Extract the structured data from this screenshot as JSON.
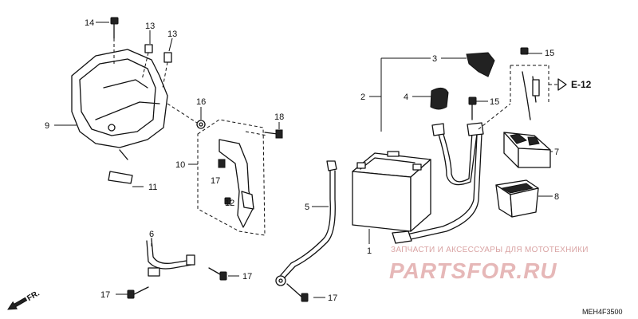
{
  "labels": {
    "l1": "1",
    "l2": "2",
    "l3": "3",
    "l4": "4",
    "l5": "5",
    "l6": "6",
    "l7": "7",
    "l8": "8",
    "l9": "9",
    "l10": "10",
    "l11": "11",
    "l12": "12",
    "l13a": "13",
    "l13b": "13",
    "l14": "14",
    "l15a": "15",
    "l15b": "15",
    "l16": "16",
    "l17a": "17",
    "l17b": "17",
    "l17c": "17",
    "l17d": "17",
    "l18": "18"
  },
  "reference": "E-12",
  "direction": "FR.",
  "diagram_code": "MEH4F3500",
  "watermark": {
    "line1": "ЗАПЧАСТИ И АКСЕССУАРЫ ДЛЯ МОТОТЕХНИКИ",
    "line2": "PARTSFOR.RU"
  }
}
